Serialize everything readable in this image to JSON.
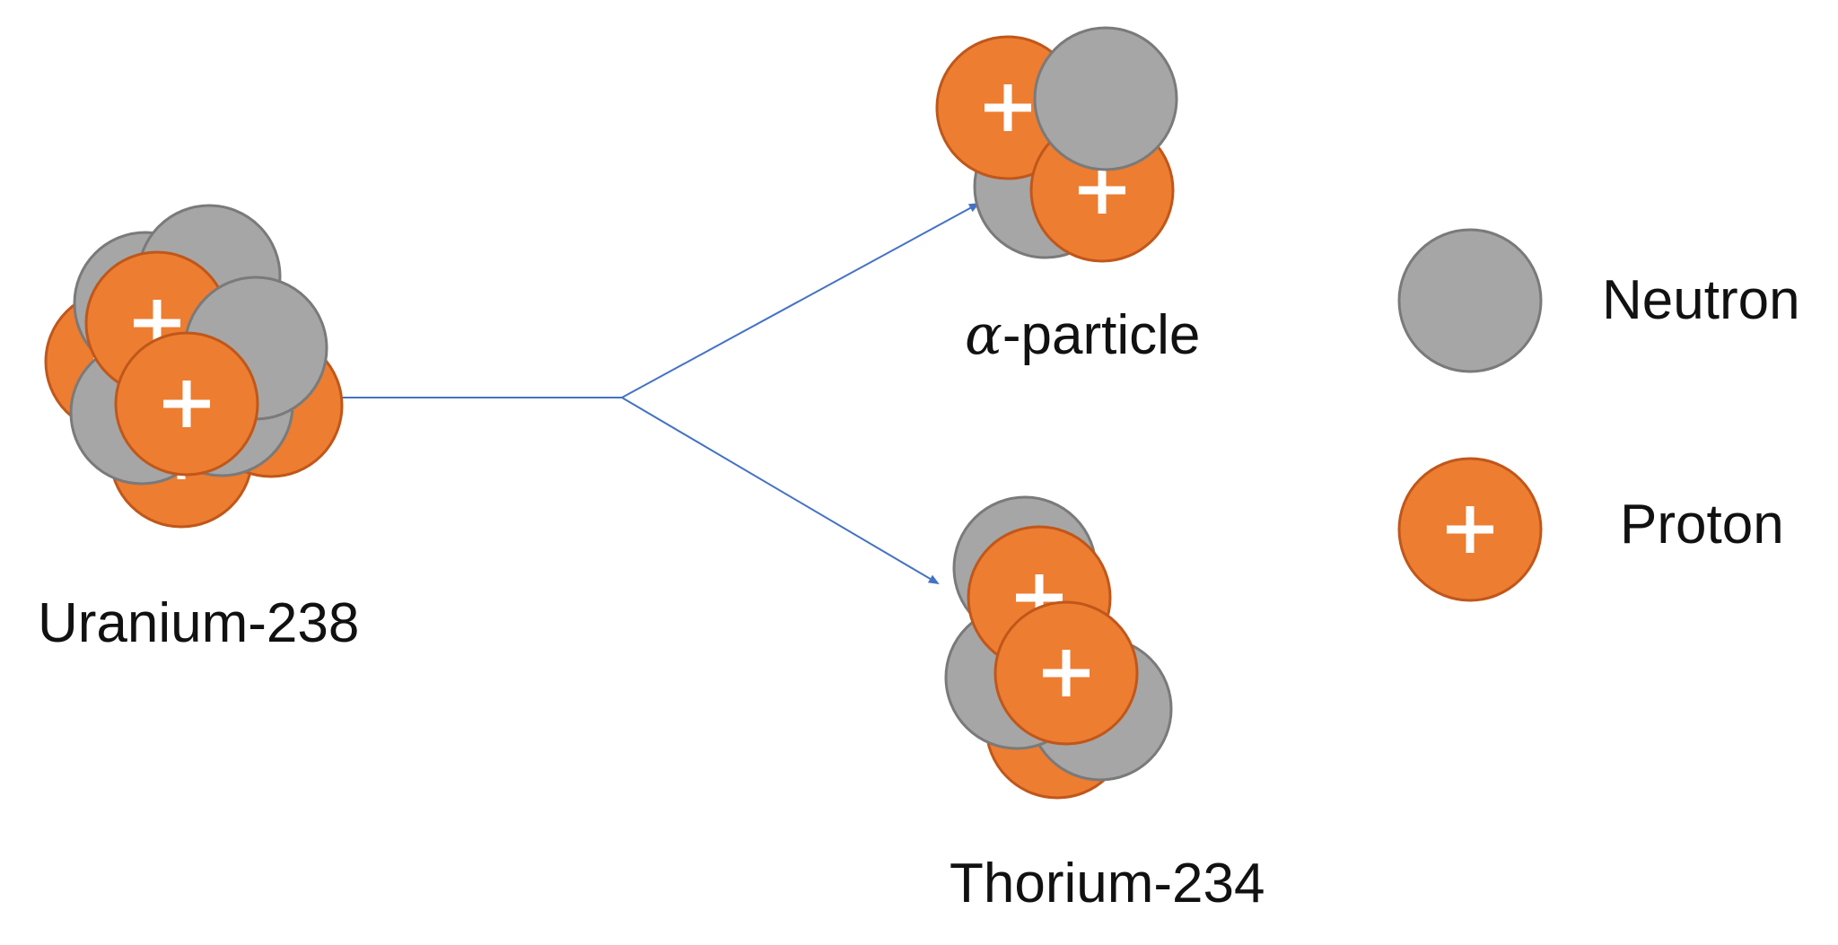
{
  "colors": {
    "neutron_fill": "#a6a6a6",
    "neutron_stroke": "#7a7a7a",
    "proton_fill": "#ed7d31",
    "proton_stroke": "#c0571a",
    "plus": "#ffffff",
    "arrow": "#4472c4"
  },
  "labels": {
    "uranium": "Uranium-238",
    "alpha_symbol": "α",
    "alpha_suffix": "-particle",
    "thorium": "Thorium-234"
  },
  "legend": {
    "neutron": "Neutron",
    "proton": "Proton"
  },
  "icons": {
    "proton_marker": "plus-icon"
  }
}
